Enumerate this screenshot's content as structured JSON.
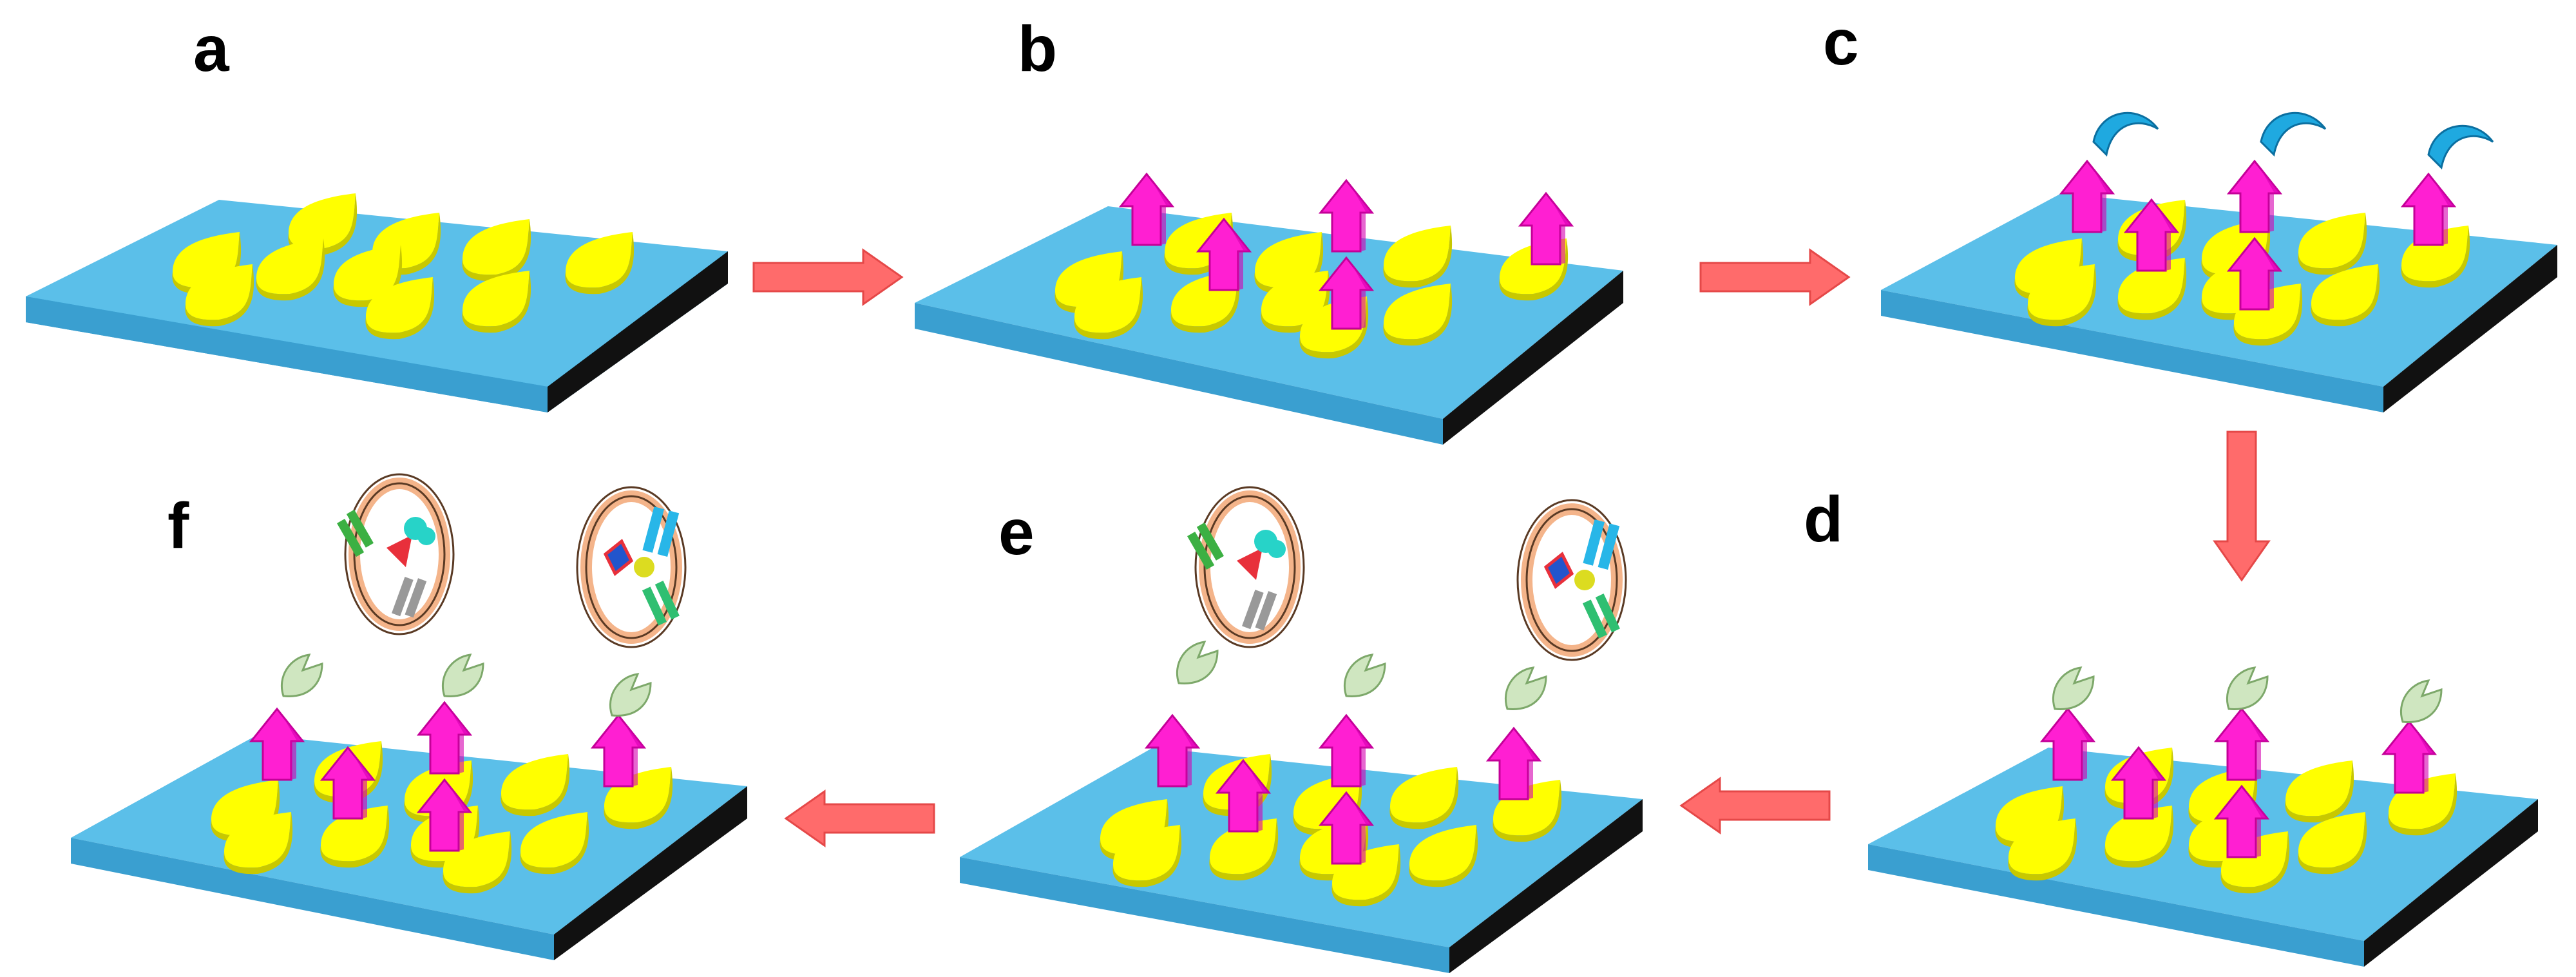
{
  "panels": [
    {
      "id": "a",
      "label": "a"
    },
    {
      "id": "b",
      "label": "b"
    },
    {
      "id": "c",
      "label": "c"
    },
    {
      "id": "d",
      "label": "d"
    },
    {
      "id": "e",
      "label": "e"
    },
    {
      "id": "f",
      "label": "f"
    }
  ],
  "sequence": [
    "a",
    "b",
    "c",
    "d",
    "e",
    "f"
  ],
  "colors": {
    "substrate_top": "#5bbfe9",
    "substrate_side": "#3a9fd0",
    "substrate_edge": "#111111",
    "droplet": "#ffff00",
    "droplet_shade": "#c8c800",
    "linker_arrow": "#ff1fd2",
    "antibody_c": "#1fa9e0",
    "receptor_d_e_f": "#cfe6c0",
    "flow_arrow": "#ff6b6b",
    "exosome_membrane": "#f4b48a"
  },
  "icons": [
    "droplet-spot-icon",
    "linker-arrow-icon",
    "antibody-icon",
    "receptor-icon",
    "exosome-icon",
    "flow-arrow-icon"
  ]
}
